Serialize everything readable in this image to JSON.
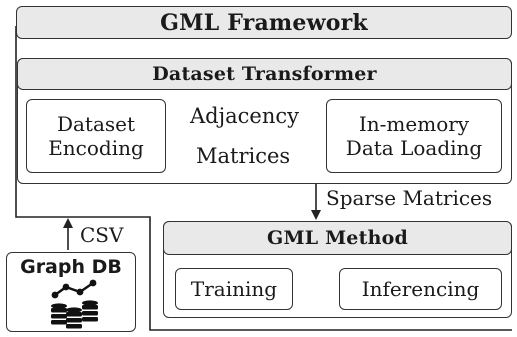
{
  "framework": {
    "title": "GML Framework"
  },
  "transformer": {
    "title": "Dataset Transformer",
    "encoding_label": "Dataset\nEncoding",
    "loading_label": "In-memory\nData Loading",
    "edge_top": "Adjacency",
    "edge_bottom": "Matrices"
  },
  "sparse_label": "Sparse Matrices",
  "method": {
    "title": "GML Method",
    "training_label": "Training",
    "inferencing_label": "Inferencing"
  },
  "graphdb": {
    "title": "Graph DB",
    "icon": "graph-database-icon"
  },
  "csv_label": "CSV",
  "colors": {
    "header_fill": "#e9e9e9",
    "stroke": "#333333",
    "text": "#1a1a1a"
  }
}
